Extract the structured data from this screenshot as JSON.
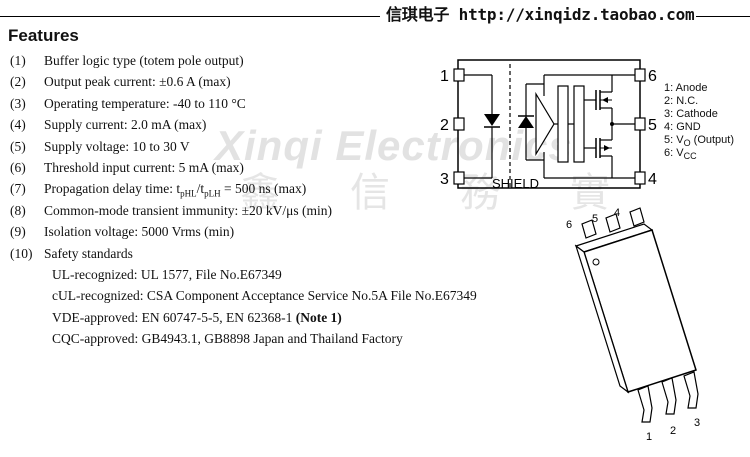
{
  "banner": {
    "text": "信琪电子 http://xinqidz.taobao.com"
  },
  "watermark": {
    "text": "Xinqi Electronics",
    "cjk": "鑫信務實"
  },
  "features": {
    "title": "Features",
    "items": [
      {
        "num": "(1)",
        "label": "Buffer logic type (totem pole output)"
      },
      {
        "num": "(2)",
        "label": "Output peak current: ±0.6 A (max)"
      },
      {
        "num": "(3)",
        "label": "Operating temperature: -40 to 110 °C"
      },
      {
        "num": "(4)",
        "label": "Supply current: 2.0 mA (max)"
      },
      {
        "num": "(5)",
        "label": "Supply voltage: 10 to 30 V"
      },
      {
        "num": "(6)",
        "label": "Threshold input current: 5 mA (max)"
      },
      {
        "num": "(7)",
        "label_pre": "Propagation delay time: t",
        "sub1": "pHL",
        "mid": "/t",
        "sub2": "pLH",
        "label_post": " = 500 ns (max)"
      },
      {
        "num": "(8)",
        "label": "Common-mode transient immunity: ±20 kV/μs (min)"
      },
      {
        "num": "(9)",
        "label": "Isolation voltage: 5000 Vrms (min)"
      },
      {
        "num": "(10)",
        "label": "Safety standards"
      }
    ],
    "standards": [
      {
        "label": "UL-recognized: UL 1577, File No.E67349"
      },
      {
        "label": "cUL-recognized: CSA Component Acceptance Service No.5A File No.E67349"
      },
      {
        "label": "VDE-approved: EN 60747-5-5, EN 62368-1 ",
        "note": "(Note 1)"
      },
      {
        "label": "CQC-approved: GB4943.1, GB8898  Japan and Thailand Factory"
      }
    ]
  },
  "schematic": {
    "pins_left": [
      "1",
      "2",
      "3"
    ],
    "pins_right": [
      "6",
      "5",
      "4"
    ],
    "shield_label": "SHIELD"
  },
  "pin_legend": [
    {
      "text": "1: Anode"
    },
    {
      "text": "2: N.C."
    },
    {
      "text": "3: Cathode"
    },
    {
      "text": "4: GND"
    },
    {
      "pre": "5: V",
      "sub": "O",
      "post": " (Output)"
    },
    {
      "pre": "6: V",
      "sub": "CC",
      "post": ""
    }
  ],
  "package": {
    "top_pins": [
      "6",
      "5",
      "4"
    ],
    "bottom_pins": [
      "1",
      "2",
      "3"
    ]
  }
}
